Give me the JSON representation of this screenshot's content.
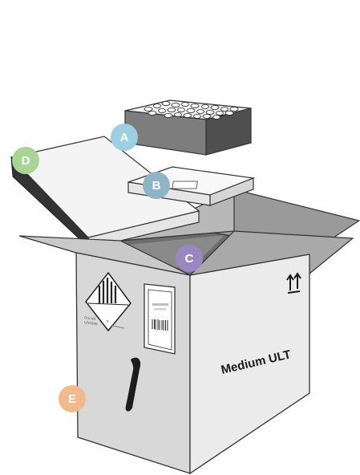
{
  "diagram": {
    "box_label": "Medium ULT",
    "hazard_text_line1": "Dry Ice",
    "hazard_text_line2": "UN1845",
    "hazard_class": "9",
    "markers": [
      {
        "id": "A",
        "color": "#9ccfe2"
      },
      {
        "id": "B",
        "color": "#8fb4c6"
      },
      {
        "id": "C",
        "color": "#9b87c0"
      },
      {
        "id": "D",
        "color": "#a8d496"
      },
      {
        "id": "E",
        "color": "#f2b98d"
      }
    ]
  }
}
